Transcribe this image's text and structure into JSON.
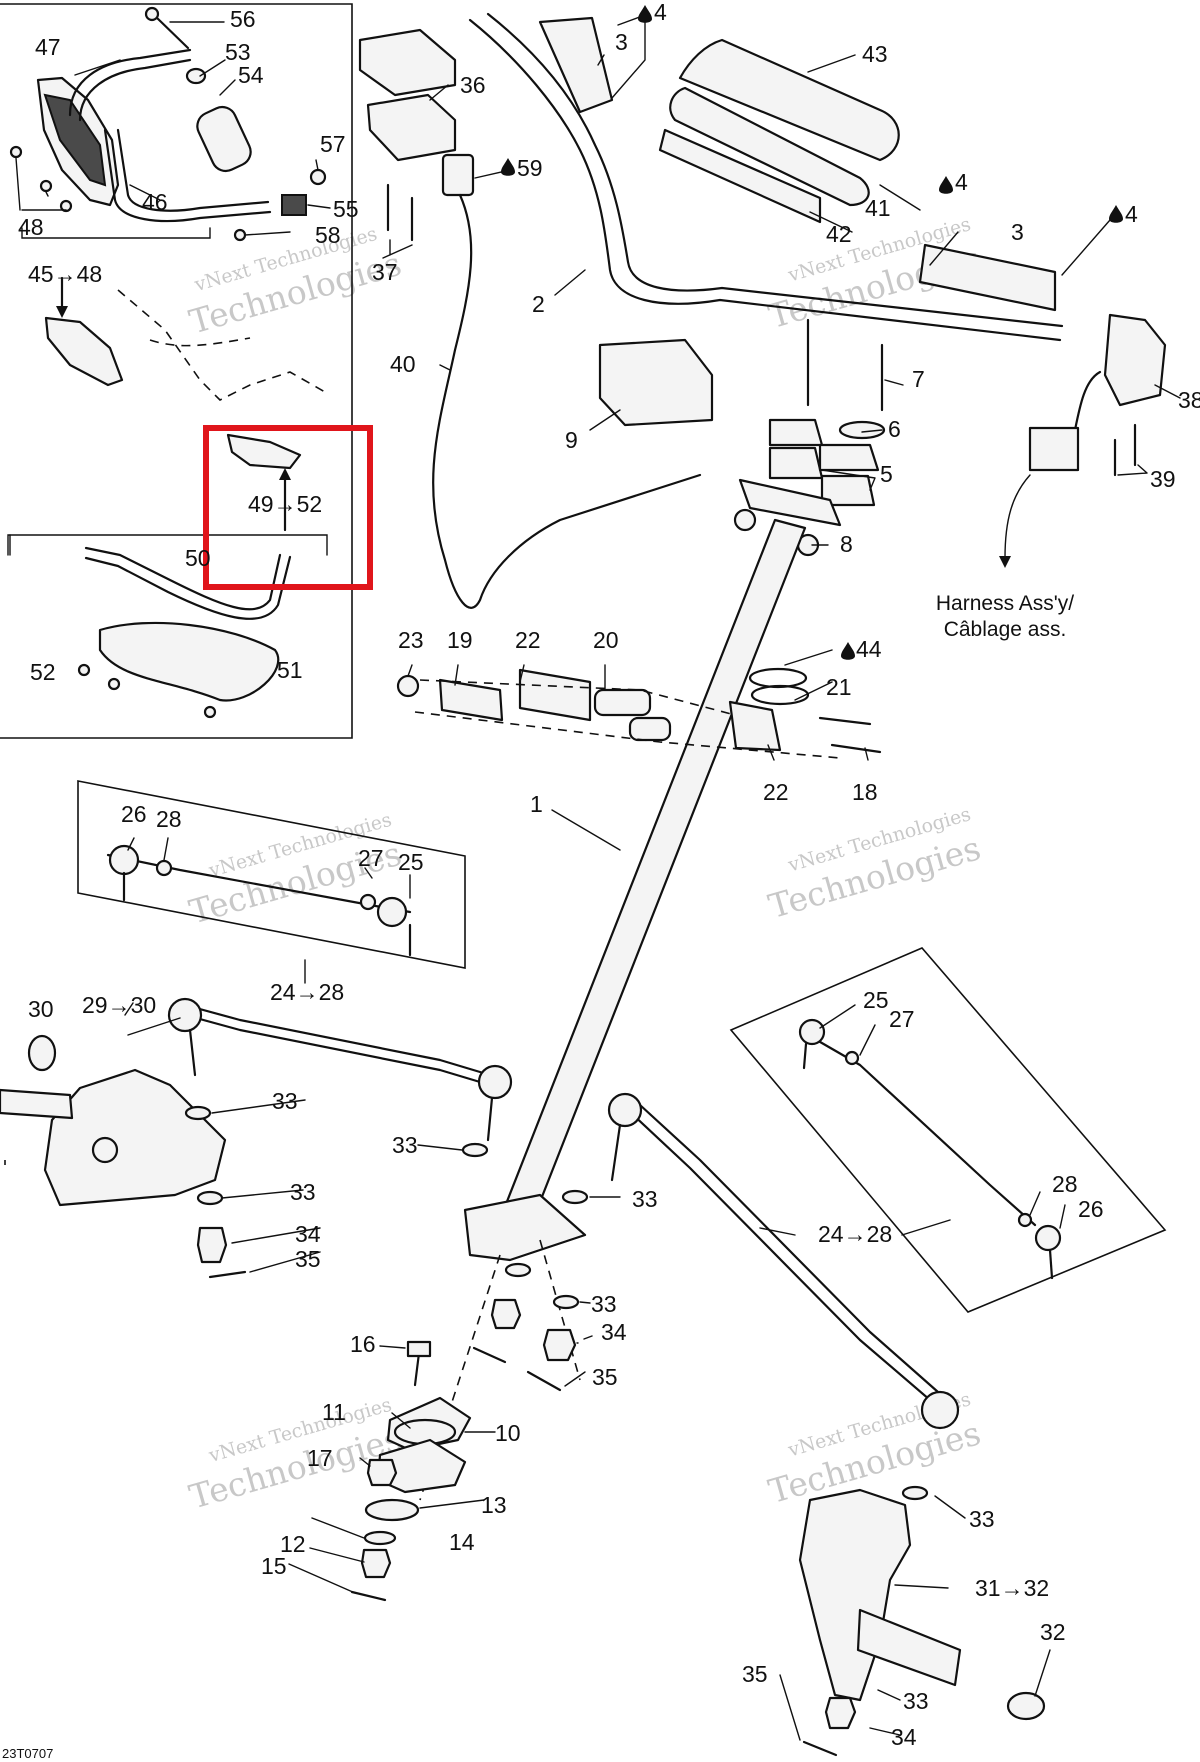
{
  "drawing_code": "23T0707",
  "harness_note": [
    "Harness Ass'y/",
    "Câblage ass."
  ],
  "watermark": [
    "vNext Technologies",
    "Technologies"
  ],
  "callouts": [
    {
      "id": "c56",
      "text": "56"
    },
    {
      "id": "c47",
      "text": "47"
    },
    {
      "id": "c53",
      "text": "53"
    },
    {
      "id": "c54",
      "text": "54"
    },
    {
      "id": "c57",
      "text": "57"
    },
    {
      "id": "c55",
      "text": "55"
    },
    {
      "id": "c46",
      "text": "46"
    },
    {
      "id": "c48",
      "text": "48"
    },
    {
      "id": "c58",
      "text": "58"
    },
    {
      "id": "c45-48",
      "text": "45→48"
    },
    {
      "id": "c49-52",
      "text": "49→52"
    },
    {
      "id": "c50",
      "text": "50"
    },
    {
      "id": "c52",
      "text": "52"
    },
    {
      "id": "c51",
      "text": "51"
    },
    {
      "id": "c4a",
      "text": "4"
    },
    {
      "id": "c3a",
      "text": "3"
    },
    {
      "id": "c43",
      "text": "43"
    },
    {
      "id": "c36",
      "text": "36"
    },
    {
      "id": "c59",
      "text": "59"
    },
    {
      "id": "c4b",
      "text": "4"
    },
    {
      "id": "c41",
      "text": "41"
    },
    {
      "id": "c42",
      "text": "42"
    },
    {
      "id": "c3b",
      "text": "3"
    },
    {
      "id": "c4c",
      "text": "4"
    },
    {
      "id": "c37",
      "text": "37"
    },
    {
      "id": "c2",
      "text": "2"
    },
    {
      "id": "c40",
      "text": "40"
    },
    {
      "id": "c7",
      "text": "7"
    },
    {
      "id": "c38",
      "text": "38"
    },
    {
      "id": "c6",
      "text": "6"
    },
    {
      "id": "c9",
      "text": "9"
    },
    {
      "id": "c5",
      "text": "5"
    },
    {
      "id": "c39",
      "text": "39"
    },
    {
      "id": "c8",
      "text": "8"
    },
    {
      "id": "c23",
      "text": "23"
    },
    {
      "id": "c19",
      "text": "19"
    },
    {
      "id": "c22a",
      "text": "22"
    },
    {
      "id": "c20",
      "text": "20"
    },
    {
      "id": "c44",
      "text": "44"
    },
    {
      "id": "c21",
      "text": "21"
    },
    {
      "id": "c22b",
      "text": "22"
    },
    {
      "id": "c18",
      "text": "18"
    },
    {
      "id": "c1",
      "text": "1"
    },
    {
      "id": "c26a",
      "text": "26"
    },
    {
      "id": "c28a",
      "text": "28"
    },
    {
      "id": "c27a",
      "text": "27"
    },
    {
      "id": "c25a",
      "text": "25"
    },
    {
      "id": "c24-28a",
      "text": "24→28"
    },
    {
      "id": "c30",
      "text": "30"
    },
    {
      "id": "c29-30",
      "text": "29→30"
    },
    {
      "id": "c33a",
      "text": "33"
    },
    {
      "id": "c33b",
      "text": "33"
    },
    {
      "id": "c33c",
      "text": "33"
    },
    {
      "id": "c34a",
      "text": "34"
    },
    {
      "id": "c35a",
      "text": "35"
    },
    {
      "id": "c33d",
      "text": "33"
    },
    {
      "id": "c25b",
      "text": "25"
    },
    {
      "id": "c27b",
      "text": "27"
    },
    {
      "id": "c28b",
      "text": "28"
    },
    {
      "id": "c26b",
      "text": "26"
    },
    {
      "id": "c24-28b",
      "text": "24→28"
    },
    {
      "id": "c33e",
      "text": "33"
    },
    {
      "id": "c34b",
      "text": "34"
    },
    {
      "id": "c35b",
      "text": "35"
    },
    {
      "id": "c16",
      "text": "16"
    },
    {
      "id": "c11",
      "text": "11"
    },
    {
      "id": "c10",
      "text": "10"
    },
    {
      "id": "c17",
      "text": "17"
    },
    {
      "id": "c13",
      "text": "13"
    },
    {
      "id": "c12",
      "text": "12"
    },
    {
      "id": "c14",
      "text": "14"
    },
    {
      "id": "c15",
      "text": "15"
    },
    {
      "id": "c33f",
      "text": "33"
    },
    {
      "id": "c31-32",
      "text": "31→32"
    },
    {
      "id": "c32",
      "text": "32"
    },
    {
      "id": "c35c",
      "text": "35"
    },
    {
      "id": "c33g",
      "text": "33"
    },
    {
      "id": "c34c",
      "text": "34"
    }
  ]
}
